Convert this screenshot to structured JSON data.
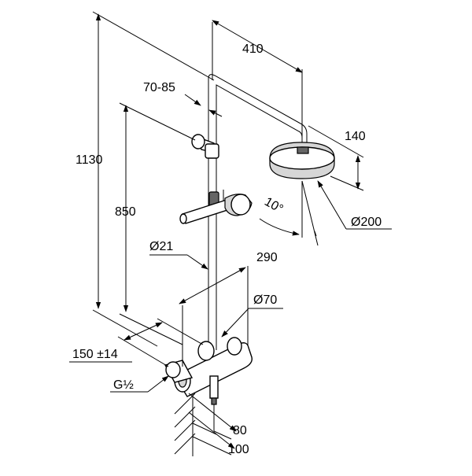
{
  "dimensions": {
    "total_height": "1130",
    "head_projection": "410",
    "slider_spacing": "70-85",
    "head_drop": "140",
    "head_diameter": "Ø200",
    "tilt_angle": "10°",
    "bar_height": "850",
    "pipe_diameter": "Ø21",
    "mixer_length": "290",
    "mixer_diameter": "Ø70",
    "connection_centres": "150 ±14",
    "thread": "G½",
    "wall_to_centre": "80",
    "wall_to_front": "100"
  }
}
